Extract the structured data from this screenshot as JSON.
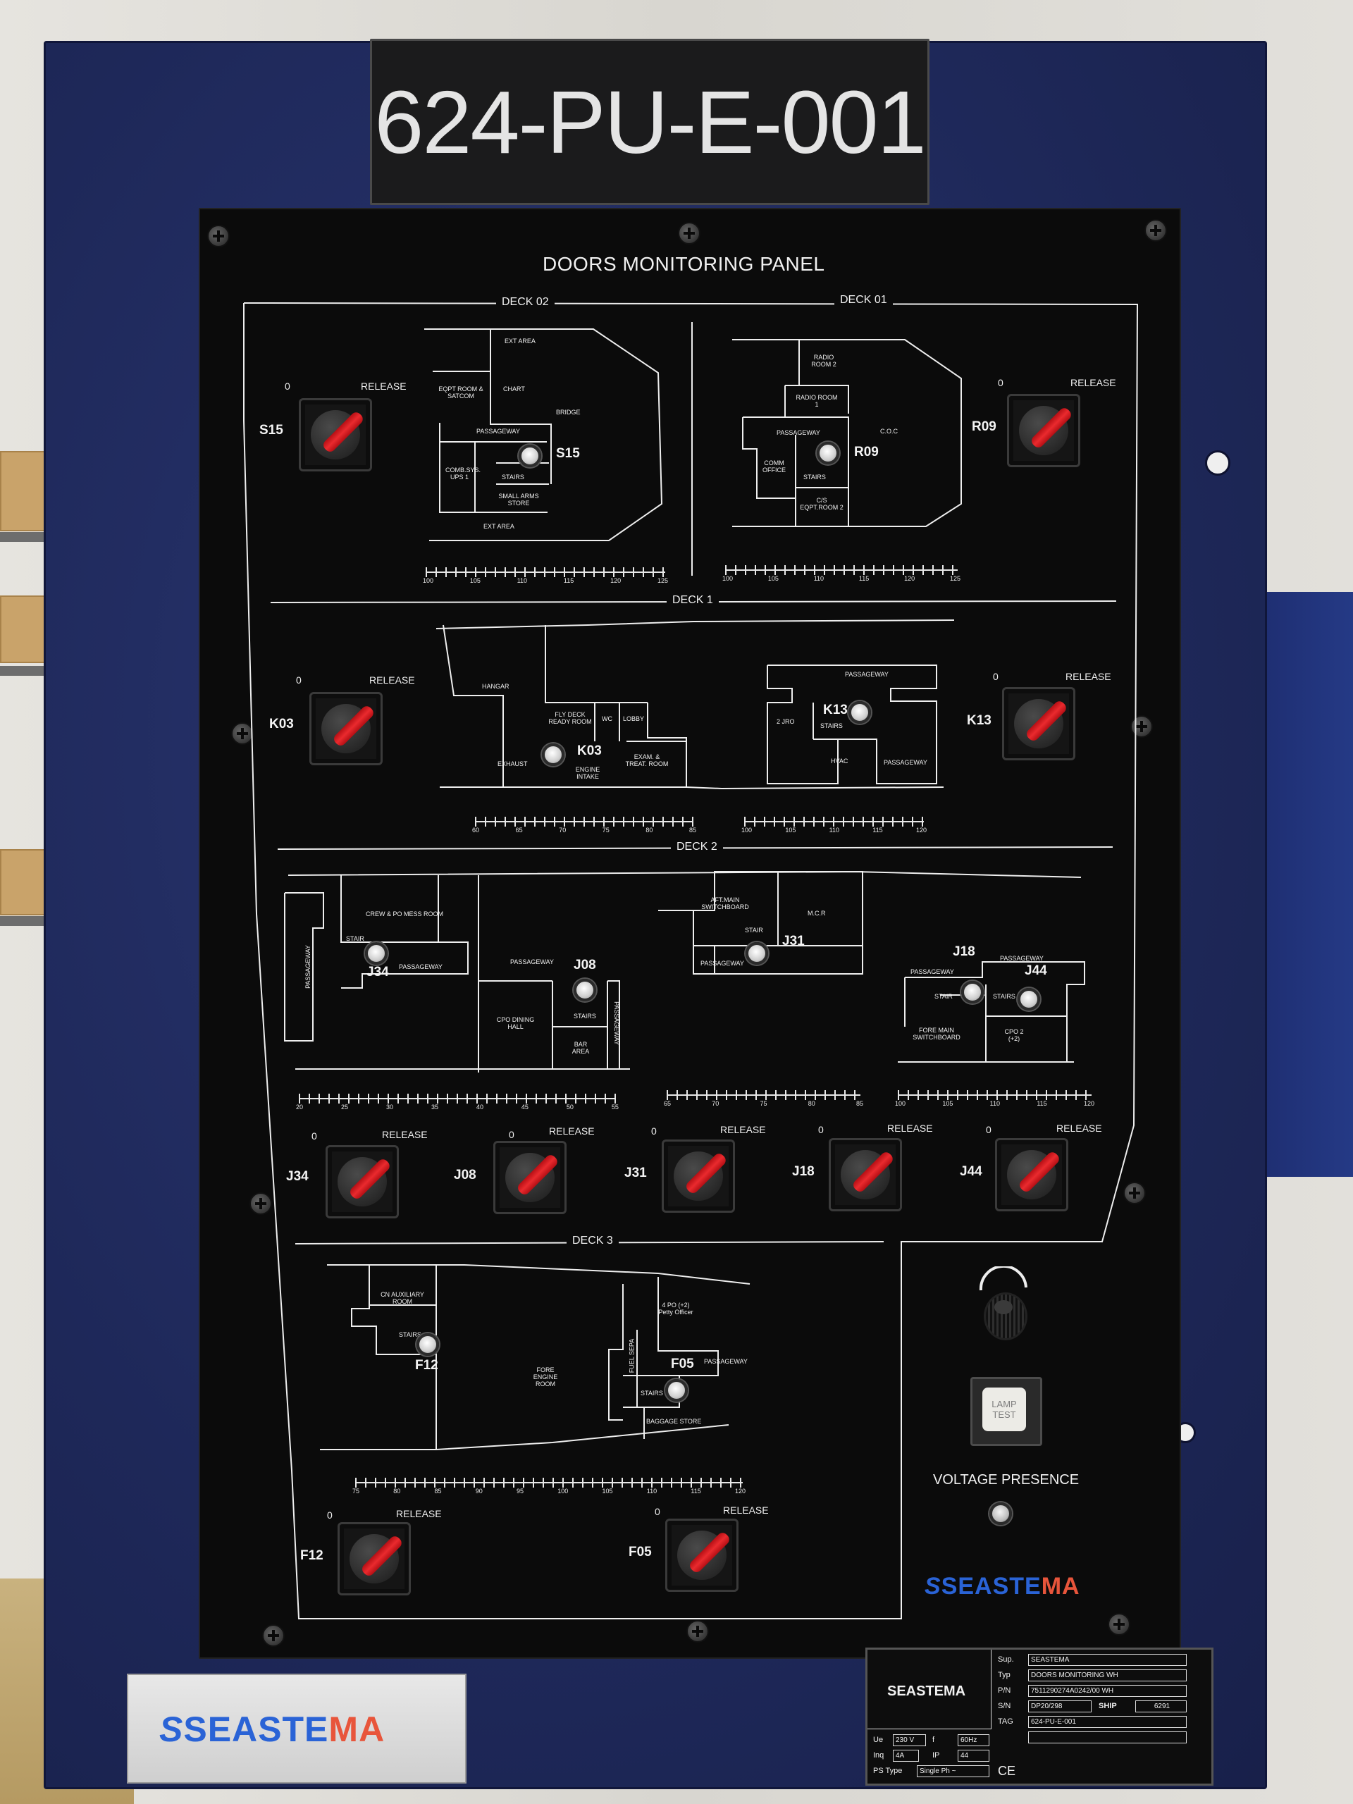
{
  "plate": {
    "title": "624-PU-E-001"
  },
  "panel": {
    "title": "DOORS MONITORING PANEL",
    "decks": {
      "deck02": "DECK 02",
      "deck01": "DECK 01",
      "deck1": "DECK 1",
      "deck2": "DECK 2",
      "deck3": "DECK 3"
    },
    "zero": "0",
    "release": "RELEASE",
    "switches": {
      "s15": "S15",
      "r09": "R09",
      "k03": "K03",
      "k13": "K13",
      "j34": "J34",
      "j08": "J08",
      "j31": "J31",
      "j18": "J18",
      "j44": "J44",
      "f12": "F12",
      "f05": "F05"
    },
    "rooms": {
      "deck02": {
        "ext_area_top": "EXT AREA",
        "eqpt_room": "EQPT ROOM & SATCOM",
        "chart": "CHART",
        "bridge": "BRIDGE",
        "passageway": "PASSAGEWAY",
        "comb_sys": "COMB.SYS. UPS 1",
        "stairs": "STAIRS",
        "small_arms": "SMALL ARMS STORE",
        "ext_area_bottom": "EXT AREA"
      },
      "deck01": {
        "radio_room_2": "RADIO ROOM 2",
        "radio_room_1": "RADIO ROOM 1",
        "coc": "C.O.C",
        "passageway": "PASSAGEWAY",
        "comm_office": "COMM OFFICE",
        "stairs": "STAIRS",
        "cs_eqpt": "C/S EQPT.ROOM 2"
      },
      "deck1": {
        "hangar": "HANGAR",
        "fly_deck": "FLY DECK READY ROOM",
        "wc": "WC",
        "lobby": "LOBBY",
        "exhaust": "EXHAUST",
        "engine_intake": "ENGINE INTAKE",
        "exam": "EXAM. & TREAT. ROOM",
        "passageway_top": "PASSAGEWAY",
        "jro": "2 JRO",
        "stairs": "STAIRS",
        "hvac": "HVAC",
        "passageway_bottom": "PASSAGEWAY"
      },
      "deck2": {
        "crew_mess": "CREW & PO MESS ROOM",
        "stair": "STAIR",
        "passageway_a": "PASSAGEWAY",
        "passageway_b": "PASSAGEWAY",
        "passageway_c": "PASSAGEWAY",
        "cpo_dining": "CPO DINING HALL",
        "stairs_a": "STAIRS",
        "bar": "BAR AREA",
        "passageway_d": "PASSAGEWAY",
        "aft_switchboard": "AFT.MAIN SWITCHBOARD",
        "mcr": "M.C.R",
        "stair_b": "STAIR",
        "passageway_e": "PASSAGEWAY",
        "passageway_f": "PASSAGEWAY",
        "passageway_g": "PASSAGEWAY",
        "stair_c": "STAIR",
        "stairs_b": "STAIRS",
        "fore_switchboard": "FORE MAIN SWITCHBOARD",
        "cpo": "CPO 2 (+2)"
      },
      "deck3": {
        "cn_aux": "CN AUXILIARY ROOM",
        "stairs_a": "STAIRS",
        "fore_engine": "FORE ENGINE ROOM",
        "po_officer": "4 PO (+2) Petty Officer",
        "fuel_sep": "FUEL SEPA",
        "passageway": "PASSAGEWAY",
        "stairs_b": "STAIRS",
        "baggage": "BAGGAGE STORE"
      }
    },
    "scales": {
      "deck02": [
        "100",
        "105",
        "110",
        "115",
        "120",
        "125"
      ],
      "deck01": [
        "100",
        "105",
        "110",
        "115",
        "120",
        "125"
      ],
      "deck1_a": [
        "60",
        "65",
        "70",
        "75",
        "80",
        "85"
      ],
      "deck1_b": [
        "100",
        "105",
        "110",
        "115",
        "120"
      ],
      "deck2_a": [
        "20",
        "25",
        "30",
        "35",
        "40",
        "45",
        "50",
        "55"
      ],
      "deck2_b": [
        "65",
        "70",
        "75",
        "80",
        "85"
      ],
      "deck2_c": [
        "100",
        "105",
        "110",
        "115",
        "120"
      ],
      "deck3": [
        "75",
        "80",
        "85",
        "90",
        "95",
        "100",
        "105",
        "110",
        "115",
        "120"
      ]
    },
    "lamp_test": [
      "LAMP",
      "TEST"
    ],
    "voltage_presence": "VOLTAGE PRESENCE",
    "logo": {
      "part1": "SEASTE",
      "part2": "MA"
    }
  },
  "bottom_logo": {
    "part1": "SEASTE",
    "part2": "MA"
  },
  "rating_plate": {
    "logo": "SEASTEMA",
    "sup_label": "Sup.",
    "sup": "SEASTEMA",
    "typ_label": "Typ",
    "typ": "DOORS MONITORING WH",
    "pn_label": "P/N",
    "pn": "7511290274A0242/00 WH",
    "sn_label": "S/N",
    "sn": "DP20/298",
    "ship_label": "SHIP",
    "ship": "6291",
    "tag_label": "TAG",
    "tag": "624-PU-E-001",
    "ue_label": "Ue",
    "ue": "230 V",
    "f_label": "f",
    "f": "60Hz",
    "inq_label": "Inq",
    "inq": "4A",
    "ip_label": "IP",
    "ip": "44",
    "ps_label": "PS Type",
    "ps": "Single Ph ~",
    "ce": "CE"
  },
  "colors": {
    "enclosure": "#1e2859",
    "panel": "#0b0b0b",
    "lever": "#e0262b",
    "brand_blue": "#2a63d6",
    "brand_orange": "#e8553b"
  }
}
